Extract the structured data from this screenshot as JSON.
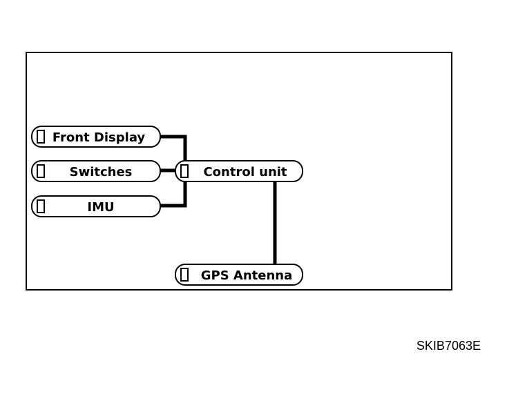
{
  "diagram": {
    "nodes": [
      {
        "id": "front-display",
        "label": "Front Display"
      },
      {
        "id": "switches",
        "label": "Switches"
      },
      {
        "id": "imu",
        "label": "IMU"
      },
      {
        "id": "control-unit",
        "label": "Control unit"
      },
      {
        "id": "gps-antenna",
        "label": "GPS Antenna"
      }
    ],
    "connections": [
      [
        "front-display",
        "control-unit"
      ],
      [
        "switches",
        "control-unit"
      ],
      [
        "imu",
        "control-unit"
      ],
      [
        "control-unit",
        "gps-antenna"
      ]
    ]
  },
  "figure_code": "SKIB7063E",
  "colors": {
    "line": "#000000",
    "background": "#ffffff"
  }
}
